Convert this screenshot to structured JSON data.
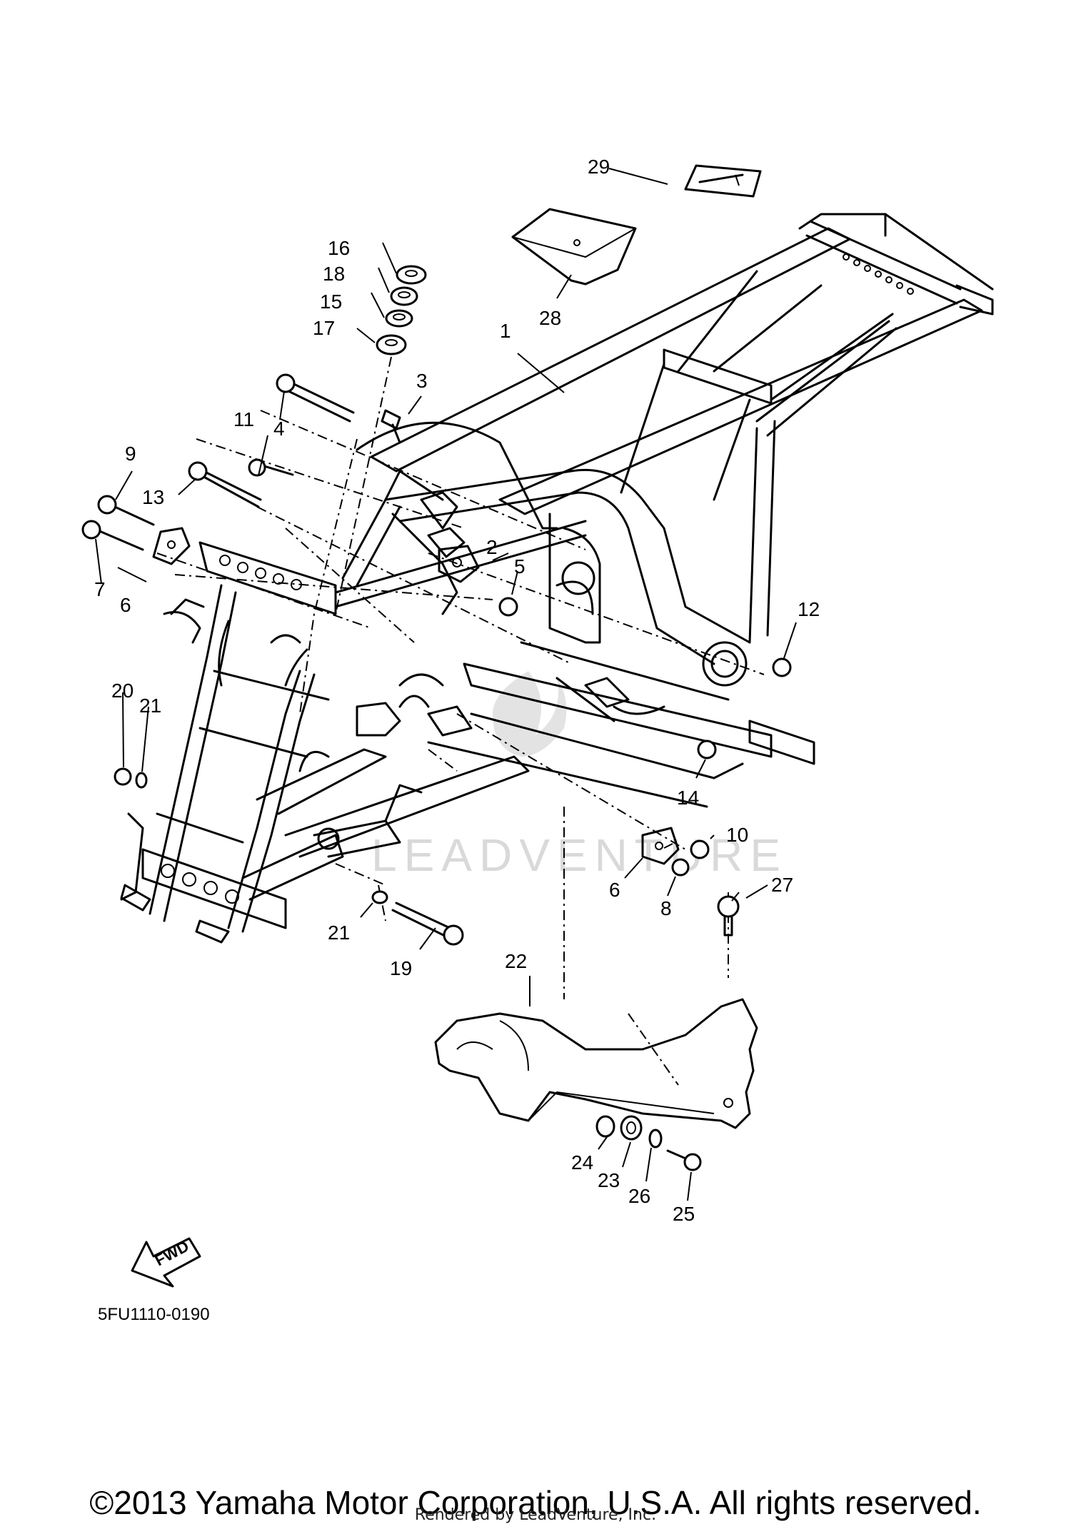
{
  "diagram_code": "5FU1110-0190",
  "copyright": "©2013 Yamaha Motor Corporation, U.S.A. All rights reserved.",
  "rendered_by": "Rendered by LeadVenture, Inc.",
  "watermark": "LEADVENTURE",
  "fwd_label": "FWD",
  "callouts": {
    "c1": "1",
    "c2": "2",
    "c3": "3",
    "c4": "4",
    "c5": "5",
    "c6a": "6",
    "c6b": "6",
    "c7": "7",
    "c8": "8",
    "c9": "9",
    "c10": "10",
    "c11": "11",
    "c12": "12",
    "c13": "13",
    "c14": "14",
    "c15": "15",
    "c16": "16",
    "c17": "17",
    "c18": "18",
    "c19": "19",
    "c20": "20",
    "c21a": "21",
    "c21b": "21",
    "c22": "22",
    "c23": "23",
    "c24": "24",
    "c25": "25",
    "c26": "26",
    "c27": "27",
    "c28": "28",
    "c29": "29"
  }
}
